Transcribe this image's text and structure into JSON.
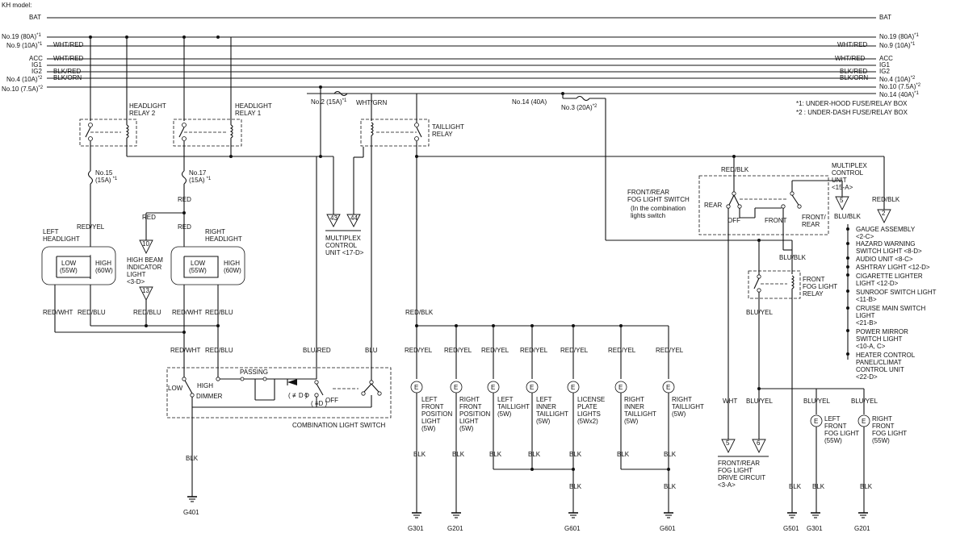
{
  "header": {
    "model": "KH model:"
  },
  "bus": [
    {
      "left": "BAT",
      "right": "BAT",
      "wire_l": "",
      "wire_r": "",
      "note_l": "",
      "note_r": ""
    },
    {
      "left": "No.19 (80A)",
      "note_l": "*1",
      "right": "No.19 (80A)",
      "note_r": "*1",
      "wire_l": "",
      "wire_r": ""
    },
    {
      "left": "No.9 (10A)",
      "note_l": "*1",
      "right": "No.9 (10A)",
      "note_r": "*1",
      "wire_l": "WHT/RED",
      "wire_r": "WHT/RED"
    },
    {
      "left": "ACC",
      "note_l": "",
      "right": "ACC",
      "note_r": "",
      "wire_l": "WHT/RED",
      "wire_r": "WHT/RED"
    },
    {
      "left": "IG1",
      "note_l": "",
      "right": "IG1",
      "note_r": "",
      "wire_l": "",
      "wire_r": ""
    },
    {
      "left": "IG2",
      "note_l": "",
      "right": "IG2",
      "note_r": "",
      "wire_l": "BLK/RED",
      "wire_r": "BLK/RED"
    },
    {
      "left": "No.4 (10A)",
      "note_l": "*2",
      "right": "No.4 (10A)",
      "note_r": "*2",
      "wire_l": "BLK/ORN",
      "wire_r": "BLK/ORN"
    },
    {
      "left": "No.10 (7.5A)",
      "note_l": "*2",
      "right": "No.10 (7.5A)",
      "note_r": "*2",
      "wire_l": "",
      "wire_r": ""
    },
    {
      "left": "",
      "note_l": "",
      "right": "No.14 (40A)",
      "note_r": "*1",
      "wire_l": "",
      "wire_r": ""
    }
  ],
  "notes": [
    "*1: UNDER-HOOD FUSE/RELAY BOX",
    "*2 : UNDER-DASH FUSE/RELAY BOX"
  ],
  "fuses": {
    "no2": "No.2 (15A)",
    "no2_n": "*1",
    "no14": "No.14 (40A)",
    "no3": "No.3 (20A)",
    "no3_n": "*2",
    "no15a": "No.15",
    "no15b": "(15A)",
    "no15_n": "*1",
    "no17a": "No.17",
    "no17b": "(15A)",
    "no17_n": "*1"
  },
  "relays": {
    "hl2": [
      "HEADLIGHT",
      "RELAY 2"
    ],
    "hl1": [
      "HEADLIGHT",
      "RELAY 1"
    ],
    "tail": [
      "TAILLIGHT",
      "RELAY"
    ],
    "fog": [
      "FRONT",
      "FOG LIGHT",
      "RELAY"
    ]
  },
  "wires": {
    "whtgrn": "WHT/GRN",
    "redblk": "RED/BLK",
    "redyel": "RED/YEL",
    "red": "RED",
    "redwht": "RED/WHT",
    "redblu": "RED/BLU",
    "blured": "BLU/RED",
    "blu": "BLU",
    "blk": "BLK",
    "blublk": "BLU/BLK",
    "bluyel": "BLU/YEL",
    "wht": "WHT"
  },
  "headlights": {
    "left_title": [
      "LEFT",
      "HEADLIGHT"
    ],
    "right_title": [
      "RIGHT",
      "HEADLIGHT"
    ],
    "low": [
      "LOW",
      "(55W)"
    ],
    "high": [
      "HIGH",
      "(60W)"
    ]
  },
  "indicator": {
    "lines": [
      "HIGH BEAM",
      "INDICATOR",
      "LIGHT",
      "<3-D>"
    ],
    "c1": "10",
    "c2": "13"
  },
  "mpcu_a": {
    "c1": "43",
    "c2": "44",
    "lines": [
      "MULTIPLEX",
      "CONTROL",
      "UNIT <17-D>"
    ]
  },
  "mpcu_b": {
    "lines": [
      "MULTIPLEX",
      "CONTROL",
      "UNIT",
      "<15-A>"
    ],
    "c": "5"
  },
  "comb_switch": {
    "passing": "PASSING",
    "low": "LOW",
    "high": "HIGH",
    "dimmer": "DIMMER",
    "off": "OFF",
    "label": "COMBINATION LIGHT SWITCH",
    "sym1": "( ≢D )",
    "sym2": "( ≡D )"
  },
  "fog_switch": {
    "lines": [
      "FRONT/REAR",
      "FOG LIGHT SWITCH",
      "(In the combination",
      "lights switch"
    ],
    "rear": "REAR",
    "off": "OFF",
    "front": "FRONT",
    "fr": [
      "FRONT/",
      "REAR"
    ]
  },
  "lamps": [
    [
      "LEFT",
      "FRONT",
      "POSITION",
      "LIGHT",
      "(5W)"
    ],
    [
      "RIGHT",
      "FRONT",
      "POSITION",
      "LIGHT",
      "(5W)"
    ],
    [
      "LEFT",
      "TAILLIGHT",
      "(5W)"
    ],
    [
      "LEFT",
      "INNER",
      "TAILLIGHT",
      "(5W)"
    ],
    [
      "LICENSE",
      "PLATE",
      "LIGHTS",
      "(5Wx2)"
    ],
    [
      "RIGHT",
      "INNER",
      "TAILLIGHT",
      "(5W)"
    ],
    [
      "RIGHT",
      "TAILLIGHT",
      "(5W)"
    ]
  ],
  "fog_lamps": [
    [
      "LEFT",
      "FRONT",
      "FOG LIGHT",
      "(55W)"
    ],
    [
      "RIGHT",
      "FRONT",
      "FOG LIGHT",
      "(55W)"
    ]
  ],
  "drive": {
    "c1": "5",
    "c2": "6",
    "lines": [
      "FRONT/REAR",
      "FOG LIGHT",
      "DRIVE CIRCUIT",
      "<3-A>"
    ]
  },
  "loads_c": "2",
  "loads": [
    [
      "GAUGE ASSEMBLY",
      "<2-C>"
    ],
    [
      "HAZARD WARNING",
      "SWITCH LIGHT <8-D>"
    ],
    [
      "AUDIO UNIT <8-C>"
    ],
    [
      "ASHTRAY LIGHT <12-D>"
    ],
    [
      "CIGARETTE LIGHTER",
      "LIGHT <12-D>"
    ],
    [
      "SUNROOF SWITCH LIGHT",
      "<11-B>"
    ],
    [
      "CRUISE MAIN SWITCH",
      "LIGHT",
      "<21-B>"
    ],
    [
      "POWER MIRROR",
      "SWITCH LIGHT",
      "<10-A, C>"
    ],
    [
      "HEATER CONTROL",
      "PANEL/CLIMAT",
      "CONTROL UNIT",
      "<22-D>"
    ]
  ],
  "grounds": [
    "G401",
    "G301",
    "G201",
    "G601",
    "G601",
    "G501",
    "G301",
    "G201"
  ]
}
